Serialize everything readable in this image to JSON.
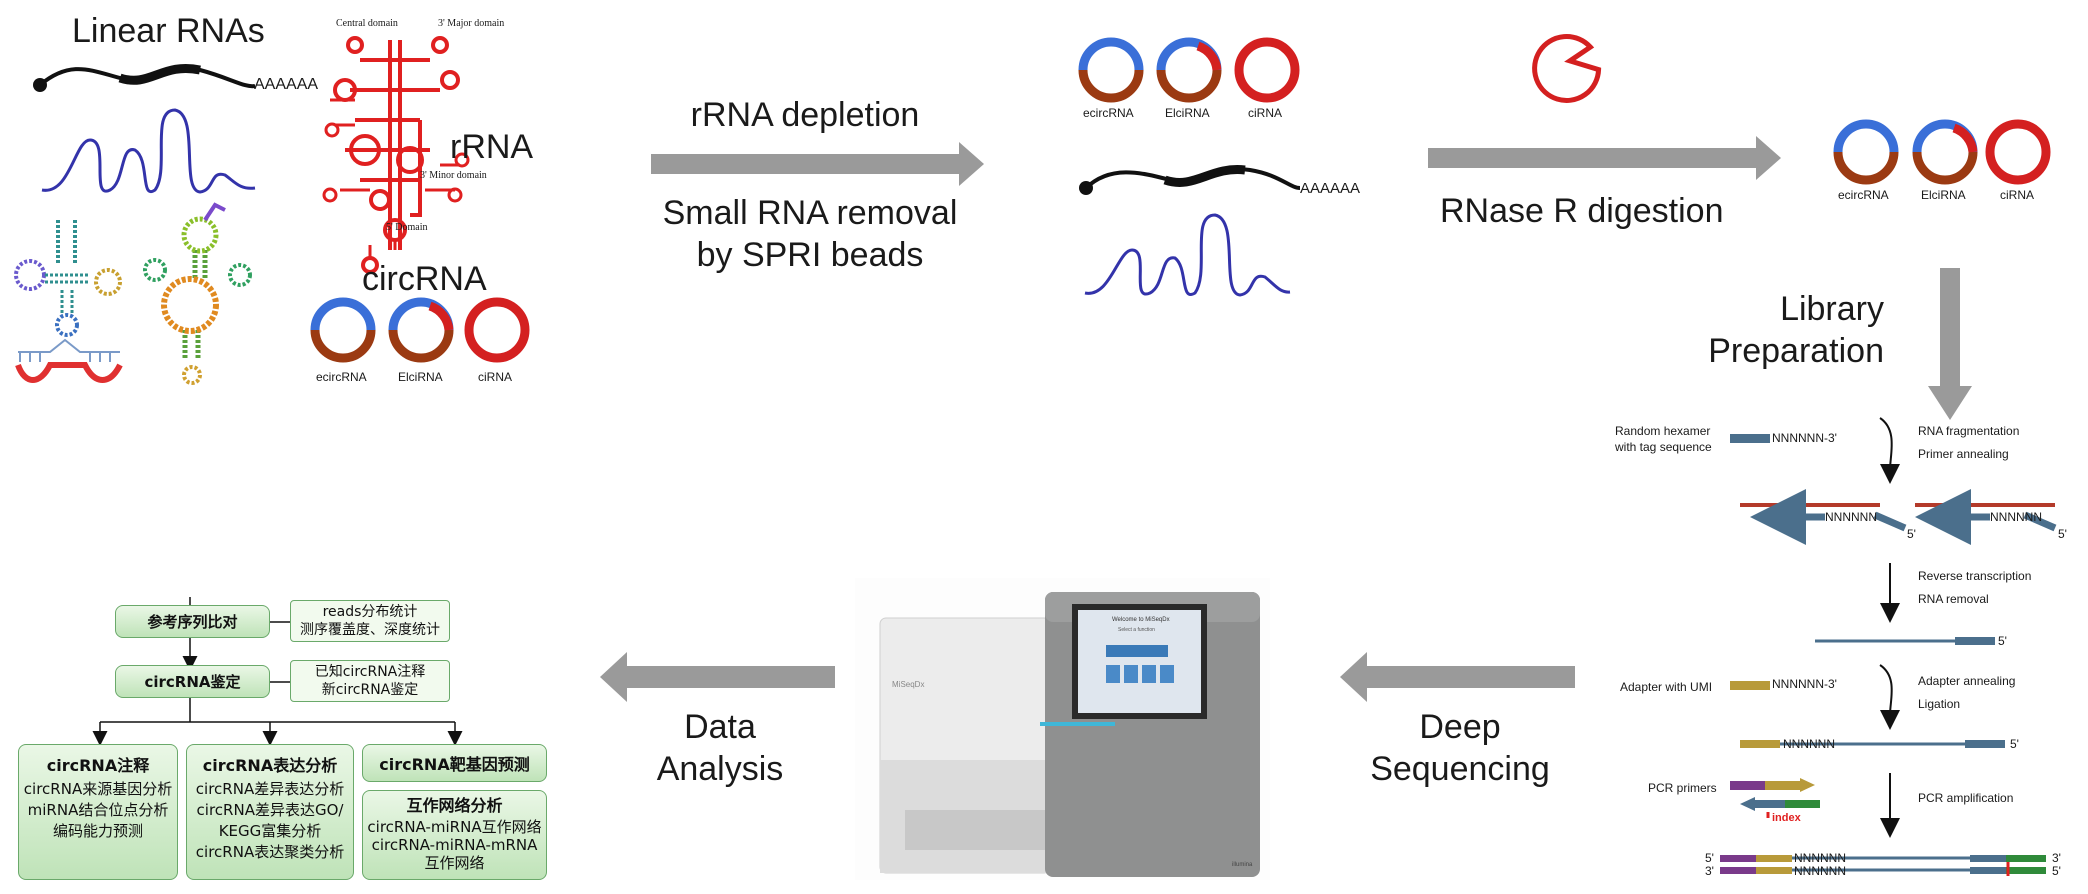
{
  "panel1": {
    "title": "Linear RNAs",
    "polya": "AAAAAA",
    "rrna_label": "rRNA",
    "rrna_domains": [
      "Central domain",
      "3' Major domain",
      "3' Minor domain",
      "5' Domain"
    ],
    "circ_title": "circRNA",
    "circ_types": [
      "ecircRNA",
      "ElciRNA",
      "ciRNA"
    ]
  },
  "step1": {
    "label_top": "rRNA depletion",
    "label_bottom_1": "Small RNA removal",
    "label_bottom_2": "by SPRI beads"
  },
  "panel2": {
    "circ_types": [
      "ecircRNA",
      "ElciRNA",
      "ciRNA"
    ],
    "polya": "AAAAAA"
  },
  "step2": {
    "label": "RNase R digestion"
  },
  "panel3": {
    "circ_types": [
      "ecircRNA",
      "ElciRNA",
      "ciRNA"
    ]
  },
  "step3": {
    "label_1": "Library",
    "label_2": "Preparation"
  },
  "library": {
    "random_hexamer_1": "Random hexamer",
    "random_hexamer_2": "with tag sequence",
    "hexamer_seq": "NNNNNN-3'",
    "step_frag": "RNA fragmentation",
    "step_anneal": "Primer annealing",
    "nseq": "NNNNNN",
    "five": "5'",
    "three": "3'",
    "step_rt": "Reverse transcription",
    "step_rr": "RNA removal",
    "adapter_umi": "Adapter with UMI",
    "step_adapter": "Adapter annealing",
    "step_lig": "Ligation",
    "pcr_primers": "PCR primers",
    "index": "index",
    "step_pcr": "PCR amplification"
  },
  "step4": {
    "label_1": "Deep",
    "label_2": "Sequencing"
  },
  "sequencer": {
    "brand": "MiSeqDx",
    "screen_title": "Welcome to MiSeqDx",
    "screen_sub": "Select a function",
    "maker": "illumina"
  },
  "step5": {
    "label_1": "Data",
    "label_2": "Analysis"
  },
  "analysis": {
    "ref_align": "参考序列比对",
    "ref_note_1": "reads分布统计",
    "ref_note_2": "测序覆盖度、深度统计",
    "identify": "circRNA鉴定",
    "identify_note_1": "已知circRNA注释",
    "identify_note_2": "新circRNA鉴定",
    "annot_title": "circRNA注释",
    "annot_items": [
      "circRNA来源基因分析",
      "miRNA结合位点分析",
      "编码能力预测"
    ],
    "expr_title": "circRNA表达分析",
    "expr_items": [
      "circRNA差异表达分析",
      "circRNA差异表达GO/",
      "KEGG富集分析",
      "circRNA表达聚类分析"
    ],
    "target_title": "circRNA靶基因预测",
    "net_title": "互作网络分析",
    "net_items": [
      "circRNA-miRNA互作网络",
      "circRNA-miRNA-mRNA",
      "互作网络"
    ]
  },
  "colors": {
    "arrow": "#9a9a9a",
    "blue": "#3a6fd8",
    "brown": "#9b3a12",
    "red": "#d42020",
    "rrna": "#e02020",
    "green_box": "#bfe3b8"
  }
}
